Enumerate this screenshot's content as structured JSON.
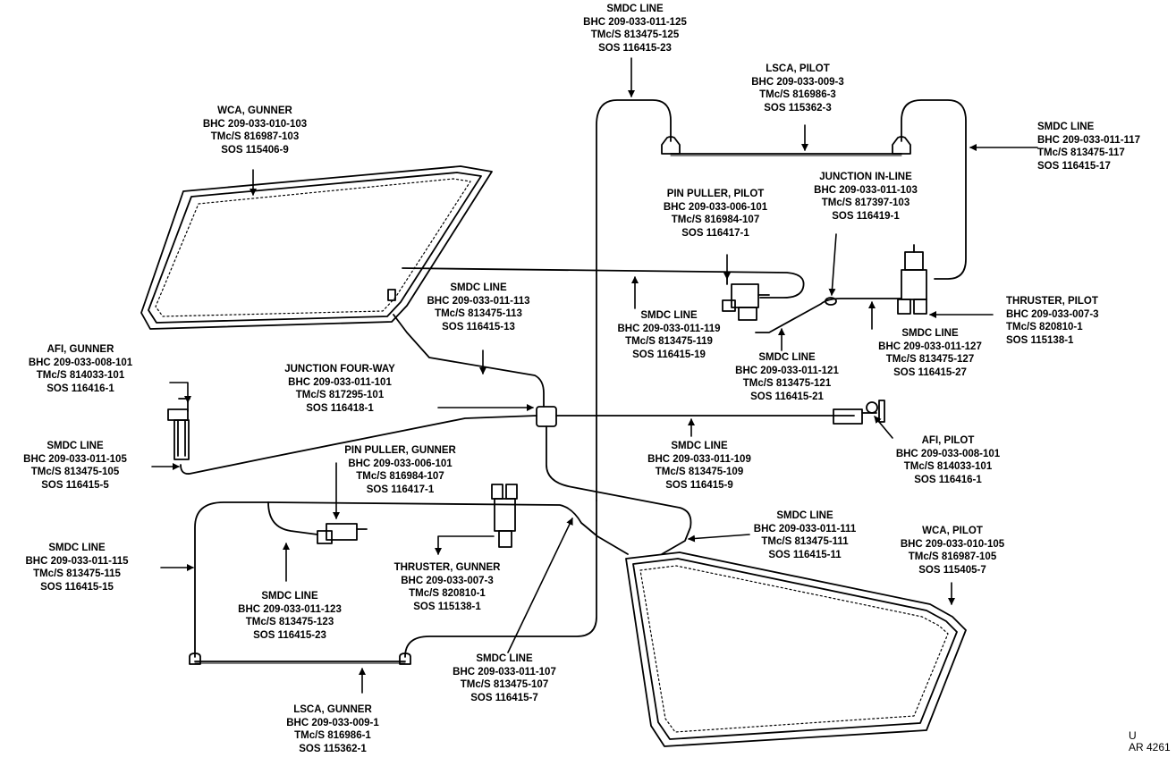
{
  "labels": [
    {
      "id": "smdc-125",
      "lines": [
        "SMDC LINE",
        "BHC 209-033-011-125",
        "TMc/S 813475-125",
        "SOS 116415-23"
      ]
    },
    {
      "id": "lsca-pilot",
      "lines": [
        "LSCA, PILOT",
        "BHC 209-033-009-3",
        "TMc/S 816986-3",
        "SOS 115362-3"
      ]
    },
    {
      "id": "smdc-117",
      "lines": [
        "SMDC LINE",
        "BHC 209-033-011-117",
        "TMc/S 813475-117",
        "SOS 116415-17"
      ]
    },
    {
      "id": "wca-gunner",
      "lines": [
        "WCA, GUNNER",
        "BHC 209-033-010-103",
        "TMc/S 816987-103",
        "SOS 115406-9"
      ]
    },
    {
      "id": "junction-inline",
      "lines": [
        "JUNCTION IN-LINE",
        "BHC 209-033-011-103",
        "TMc/S 817397-103",
        "SOS 116419-1"
      ]
    },
    {
      "id": "pin-puller-pilot",
      "lines": [
        "PIN PULLER, PILOT",
        "BHC 209-033-006-101",
        "TMc/S 816984-107",
        "SOS 116417-1"
      ]
    },
    {
      "id": "smdc-113",
      "lines": [
        "SMDC LINE",
        "BHC 209-033-011-113",
        "TMc/S 813475-113",
        "SOS 116415-13"
      ]
    },
    {
      "id": "thruster-pilot",
      "lines": [
        "THRUSTER, PILOT",
        "BHC 209-033-007-3",
        "TMc/S 820810-1",
        "SOS 115138-1"
      ]
    },
    {
      "id": "smdc-119",
      "lines": [
        "SMDC LINE",
        "BHC 209-033-011-119",
        "TMc/S 813475-119",
        "SOS 116415-19"
      ]
    },
    {
      "id": "smdc-127",
      "lines": [
        "SMDC LINE",
        "BHC 209-033-011-127",
        "TMc/S 813475-127",
        "SOS 116415-27"
      ]
    },
    {
      "id": "smdc-121",
      "lines": [
        "SMDC LINE",
        "BHC 209-033-011-121",
        "TMc/S 813475-121",
        "SOS 116415-21"
      ]
    },
    {
      "id": "afi-gunner",
      "lines": [
        "AFI, GUNNER",
        "BHC 209-033-008-101",
        "TMc/S 814033-101",
        "SOS 116416-1"
      ]
    },
    {
      "id": "junction-fourway",
      "lines": [
        "JUNCTION FOUR-WAY",
        "BHC 209-033-011-101",
        "TMc/S 817295-101",
        "SOS 116418-1"
      ]
    },
    {
      "id": "smdc-105",
      "lines": [
        "SMDC LINE",
        "BHC 209-033-011-105",
        "TMc/S 813475-105",
        "SOS 116415-5"
      ]
    },
    {
      "id": "afi-pilot",
      "lines": [
        "AFI, PILOT",
        "BHC 209-033-008-101",
        "TMc/S 814033-101",
        "SOS 116416-1"
      ]
    },
    {
      "id": "smdc-109",
      "lines": [
        "SMDC LINE",
        "BHC 209-033-011-109",
        "TMc/S 813475-109",
        "SOS 116415-9"
      ]
    },
    {
      "id": "pin-puller-gunner",
      "lines": [
        "PIN PULLER, GUNNER",
        "BHC 209-033-006-101",
        "TMc/S 816984-107",
        "SOS 116417-1"
      ]
    },
    {
      "id": "smdc-111",
      "lines": [
        "SMDC LINE",
        "BHC 209-033-011-111",
        "TMc/S 813475-111",
        "SOS 116415-11"
      ]
    },
    {
      "id": "wca-pilot",
      "lines": [
        "WCA, PILOT",
        "BHC 209-033-010-105",
        "TMc/S 816987-105",
        "SOS 115405-7"
      ]
    },
    {
      "id": "smdc-115",
      "lines": [
        "SMDC LINE",
        "BHC 209-033-011-115",
        "TMc/S 813475-115",
        "SOS 116415-15"
      ]
    },
    {
      "id": "thruster-gunner",
      "lines": [
        "THRUSTER, GUNNER",
        "BHC 209-033-007-3",
        "TMc/S 820810-1",
        "SOS 115138-1"
      ]
    },
    {
      "id": "smdc-123",
      "lines": [
        "SMDC LINE",
        "BHC 209-033-011-123",
        "TMc/S 813475-123",
        "SOS 116415-23"
      ]
    },
    {
      "id": "smdc-107",
      "lines": [
        "SMDC LINE",
        "BHC 209-033-011-107",
        "TMc/S 813475-107",
        "SOS 116415-7"
      ]
    },
    {
      "id": "lsca-gunner",
      "lines": [
        "LSCA, GUNNER",
        "BHC 209-033-009-1",
        "TMc/S 816986-1",
        "SOS 115362-1"
      ]
    }
  ],
  "figure_ref": {
    "line1": "U",
    "line2": "AR 4261"
  }
}
